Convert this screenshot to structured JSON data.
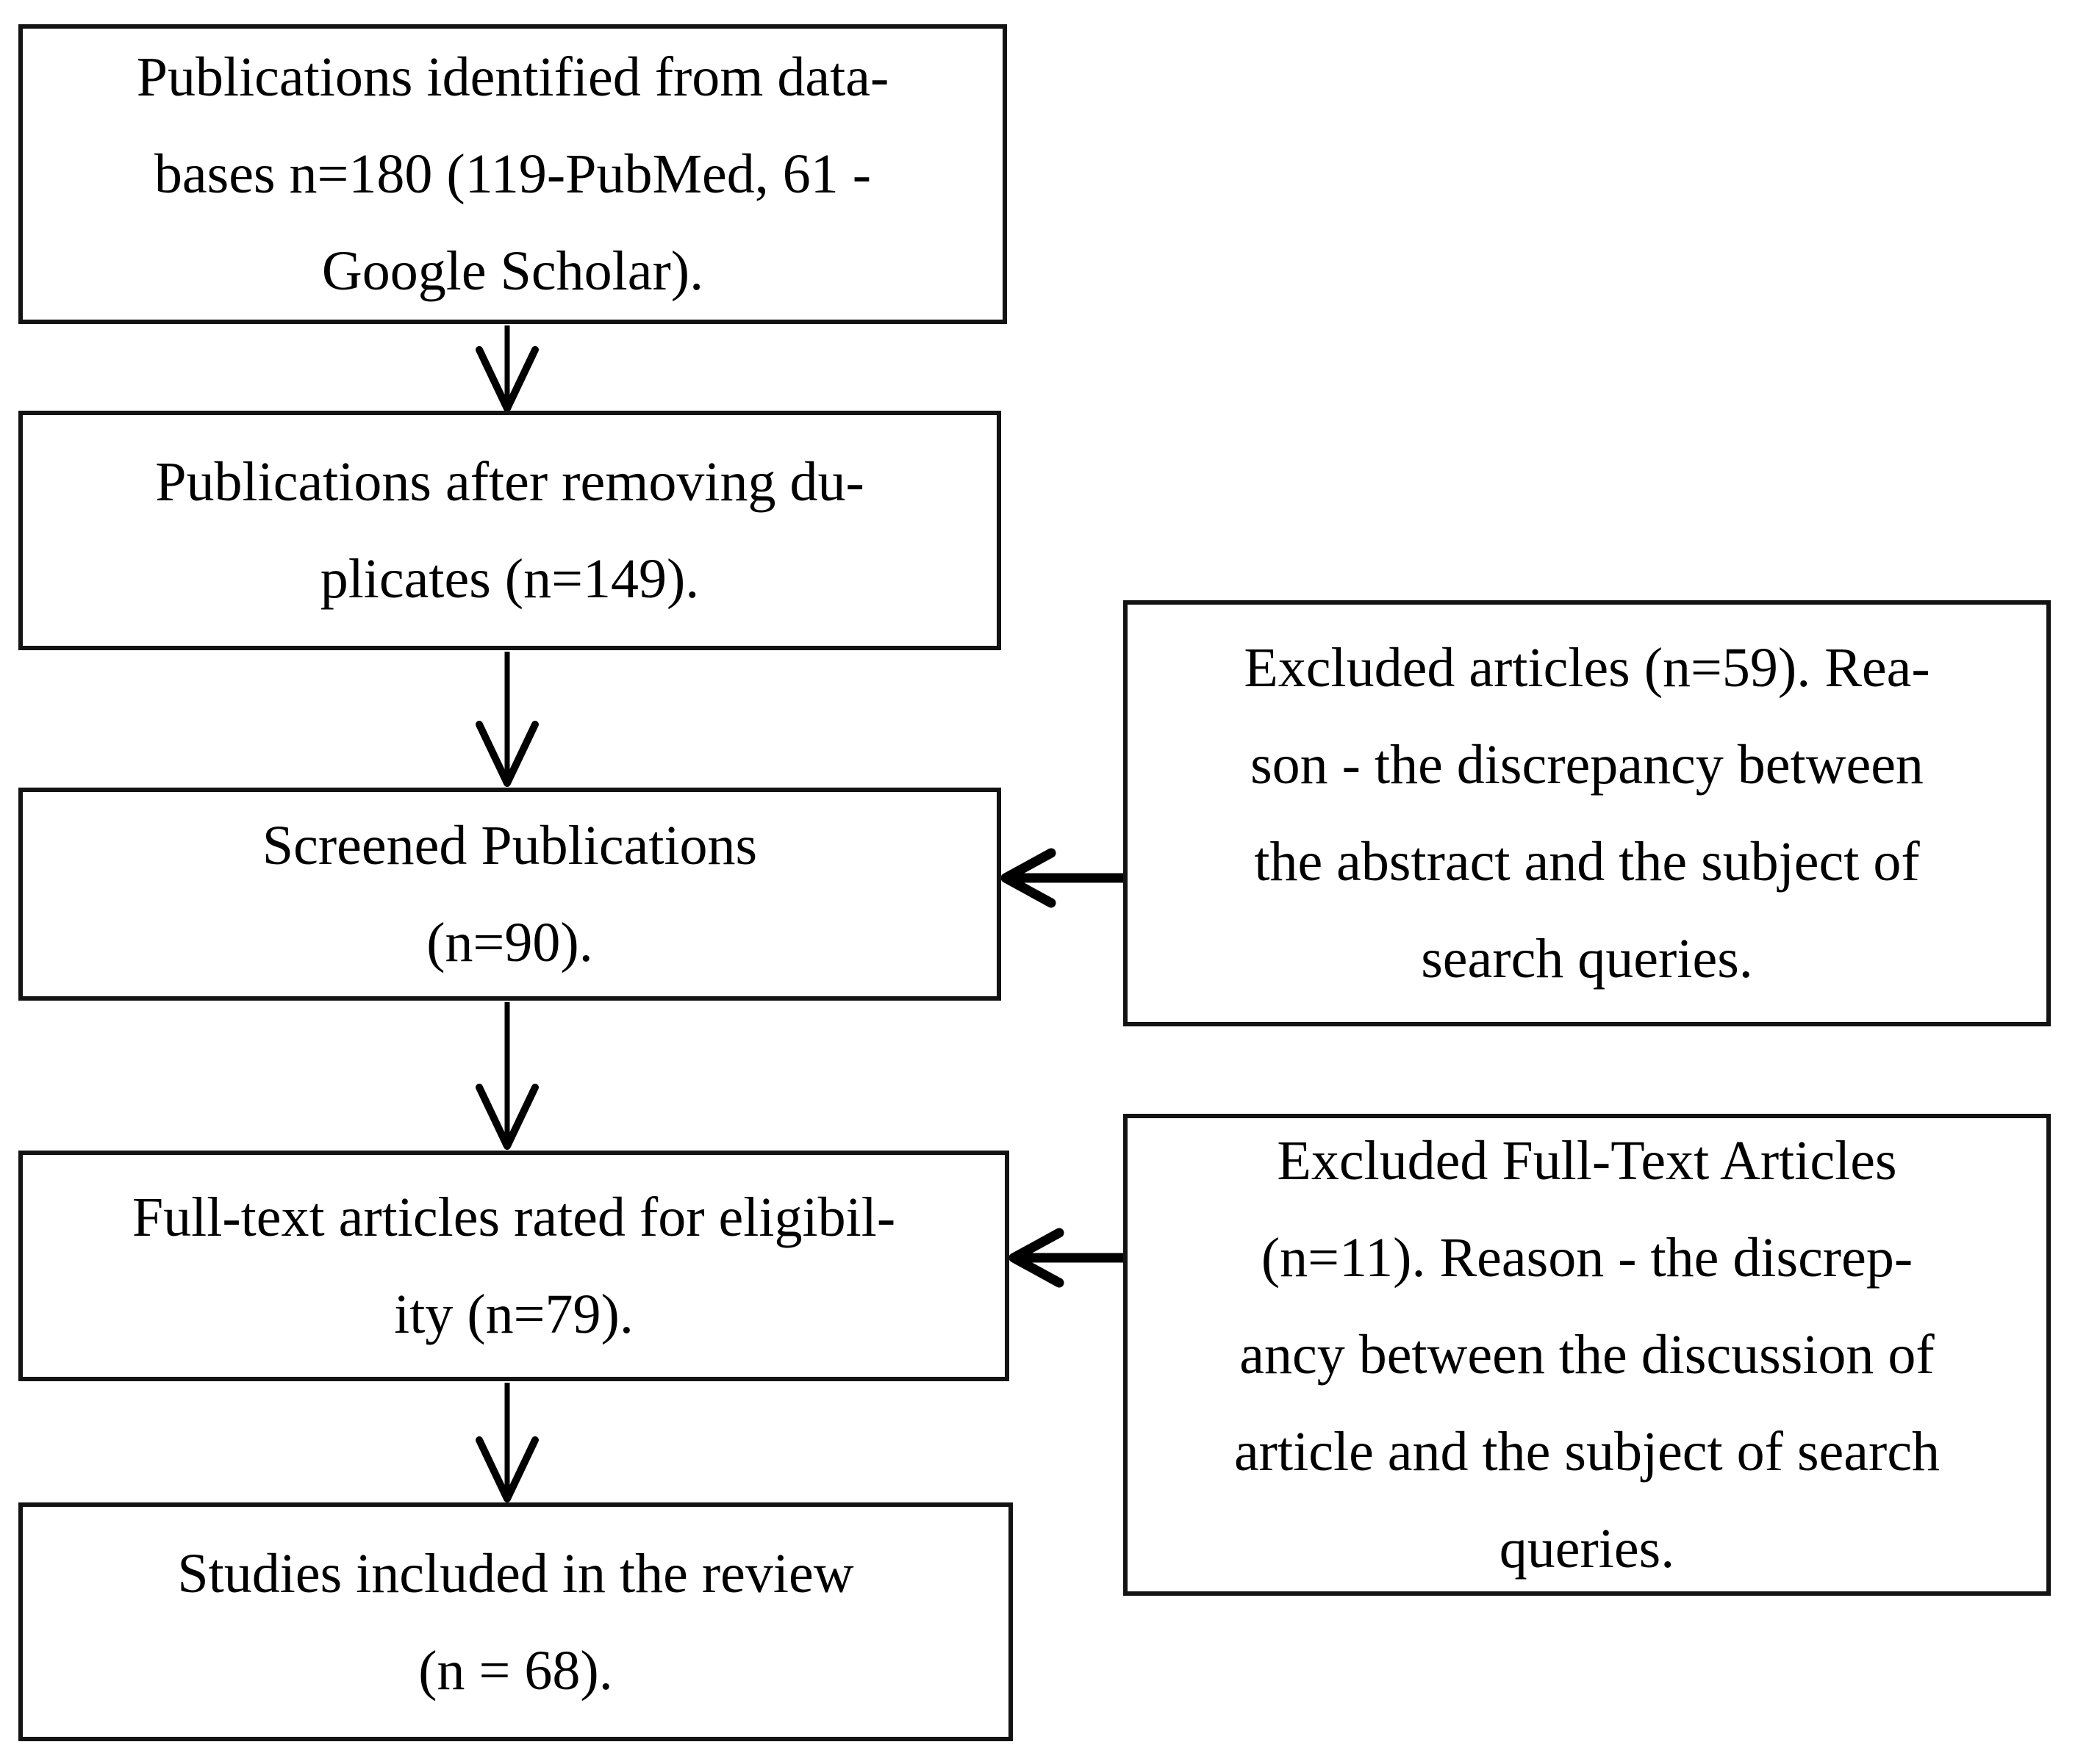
{
  "figure": {
    "type": "prisma-flow-diagram",
    "background_color": "#ffffff",
    "box_border_color": "#131313",
    "box_fill_color": "#ffffff",
    "arrow_color": "#000000",
    "flow_boxes": [
      {
        "name": "publications-identified",
        "lines": [
          "Publications identified from data-",
          "bases n=180 (119-PubMed, 61 -",
          "Google Scholar)."
        ]
      },
      {
        "name": "duplicates-removed",
        "lines": [
          "Publications after removing du-",
          "plicates (n=149)."
        ]
      },
      {
        "name": "screened-publications",
        "lines": [
          "Screened Publications",
          "(n=90)."
        ]
      },
      {
        "name": "full-text-eligibility",
        "lines": [
          "Full-text articles rated for eligibil-",
          "ity (n=79)."
        ]
      },
      {
        "name": "studies-included",
        "lines": [
          "Studies included in the review",
          "(n = 68)."
        ]
      }
    ],
    "exclusion_boxes": [
      {
        "name": "excluded-articles-screening",
        "lines": [
          "Excluded articles (n=59). Rea-",
          "son - the discrepancy between",
          "the abstract and the subject of",
          "search queries."
        ]
      },
      {
        "name": "excluded-full-text-articles",
        "lines": [
          "Excluded Full-Text Articles",
          "(n=11). Reason - the discrep-",
          "ancy between the discussion of",
          "article and the subject of search",
          "queries."
        ]
      }
    ]
  }
}
